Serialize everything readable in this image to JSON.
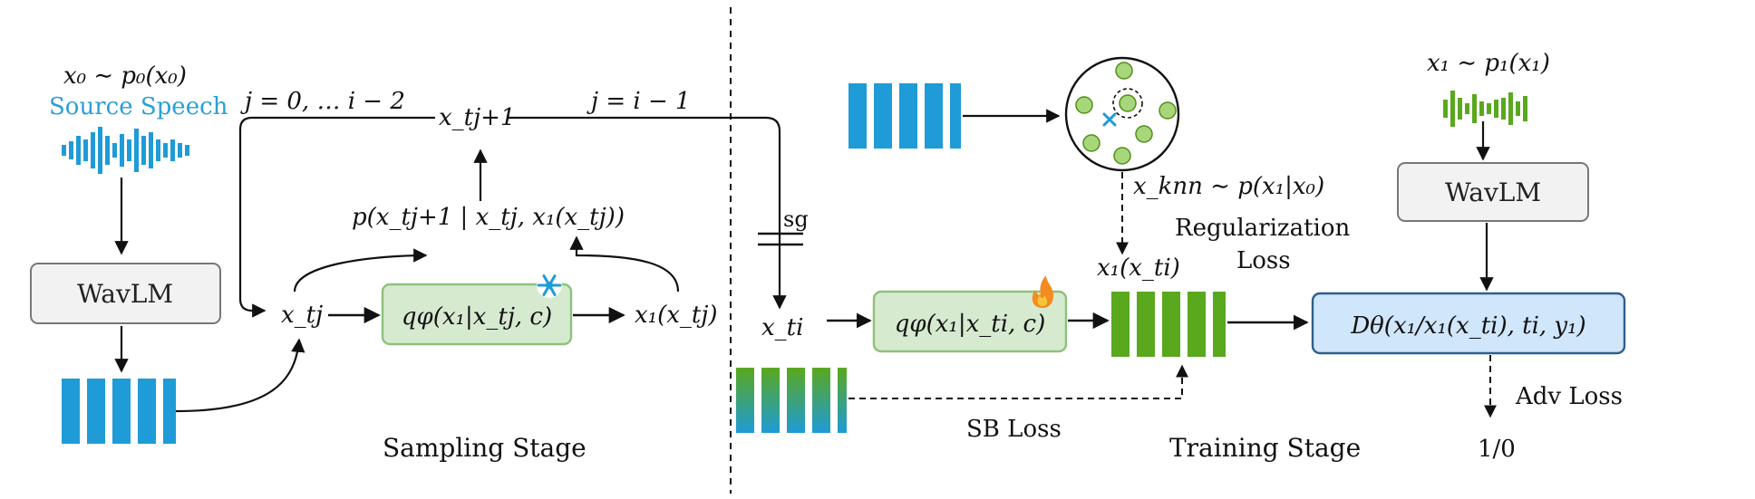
{
  "left": {
    "stage_label": "Sampling Stage",
    "source_eq": "x₀ ∼ p₀(x₀)",
    "source_label": "Source Speech",
    "wavlm_label": "WavLM",
    "x_tj": "x_tj",
    "x_tj1": "x_tj+1",
    "range_label": "j = 0, … i − 2",
    "last_label": "j = i − 1",
    "posterior": "p(x_tj+1 | x_tj, x₁(x_tj))",
    "q_label": "qφ(x₁|x_tj, c)",
    "x1_out": "x₁(x_tj)",
    "frozen_icon": "snowflake-icon"
  },
  "right": {
    "stage_label": "Training Stage",
    "sg_label": "sg",
    "x_ti": "x_ti",
    "q_label": "qφ(x₁|x_ti, c)",
    "trainable_icon": "fire-icon",
    "x1_ti": "x₁(x_ti)",
    "knn_eq": "x_knn ∼ p(x₁|x₀)",
    "reg_loss": "Regularization Loss",
    "sb_loss": "SB Loss",
    "target_eq": "x₁ ∼ p₁(x₁)",
    "wavlm_label": "WavLM",
    "disc_label": "Dθ(x₁/x₁(x_ti), ti, y₁)",
    "adv_loss": "Adv Loss",
    "adv_out": "1/0"
  },
  "colors": {
    "blue": "#1f9bd7",
    "green": "#5aa81e",
    "green_box": "#d6ead0",
    "green_box_border": "#8cc27a",
    "gray_box": "#f2f2f2",
    "disc_box": "#cfe6fb",
    "disc_border": "#2e5f8c"
  }
}
